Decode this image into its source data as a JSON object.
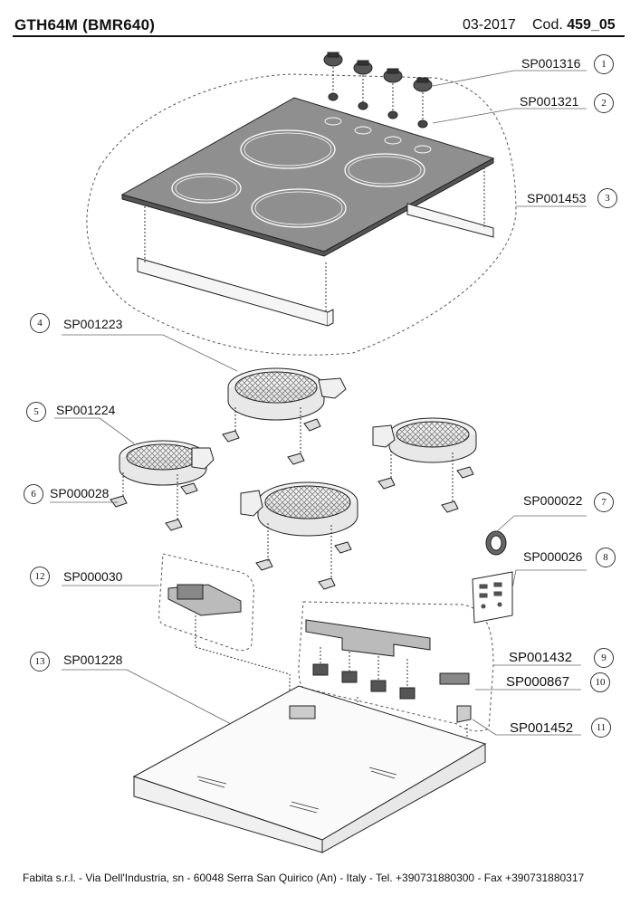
{
  "header": {
    "model": "GTH64M (BMR640)",
    "date": "03-2017",
    "cod_label": "Cod.",
    "cod_value": "459_05"
  },
  "parts": [
    {
      "num": "1",
      "code": "SP001316"
    },
    {
      "num": "2",
      "code": "SP001321"
    },
    {
      "num": "3",
      "code": "SP001453"
    },
    {
      "num": "4",
      "code": "SP001223"
    },
    {
      "num": "5",
      "code": "SP001224"
    },
    {
      "num": "6",
      "code": "SP000028"
    },
    {
      "num": "7",
      "code": "SP000022"
    },
    {
      "num": "8",
      "code": "SP000026"
    },
    {
      "num": "9",
      "code": "SP001432"
    },
    {
      "num": "10",
      "code": "SP000867"
    },
    {
      "num": "11",
      "code": "SP001452"
    },
    {
      "num": "12",
      "code": "SP000030"
    },
    {
      "num": "13",
      "code": "SP001228"
    }
  ],
  "footer": {
    "text": "Fabita s.r.l. - Via Dell'Industria, sn - 60048 Serra San Quirico (An) - Italy - Tel. +390731880300 - Fax +390731880317"
  }
}
